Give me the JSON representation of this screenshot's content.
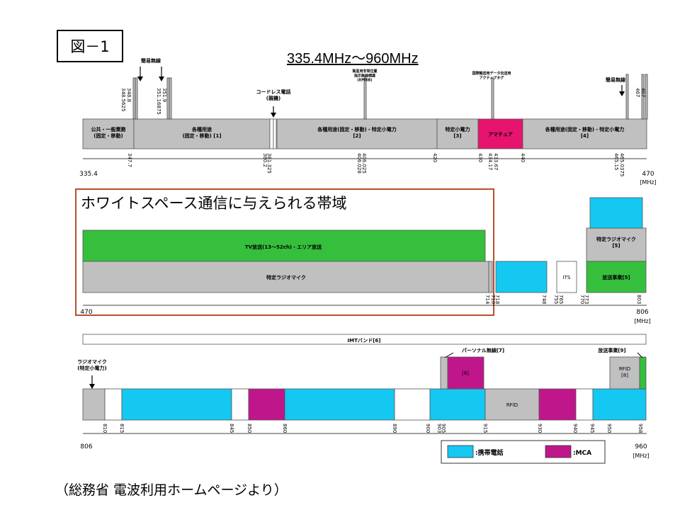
{
  "figure_label": "図－1",
  "title": "335.4MHz～960MHz",
  "white_space_title": "ホワイトスペース通信に与えられる帯域",
  "source": "（総務省 電波利用ホームページより）",
  "colors": {
    "gray": "#c0c0c0",
    "magenta": "#c0168c",
    "ham": "#e6146e",
    "cyan": "#14c8f2",
    "green": "#36bf3c"
  },
  "band1": {
    "blocks": [
      {
        "label": "公共・一般業務\n(固定・移動)",
        "color": "gray"
      },
      {
        "label": "各種用途\n(固定・移動) [1]",
        "color": "gray"
      },
      {
        "label": "各種用途(固定・移動)・特定小電力\n[2]",
        "color": "gray"
      },
      {
        "label": "特定小電力\n[3]",
        "color": "gray"
      },
      {
        "label": "アマチュア",
        "color": "ham"
      },
      {
        "label": "各種用途(固定・移動)・特定小電力\n[4]",
        "color": "gray"
      }
    ],
    "ticks": [
      "347.7",
      "380.2",
      "381.325",
      "406.028",
      "406.025",
      "420",
      "430",
      "434.17",
      "433.67",
      "440",
      "465.15",
      "465.0375"
    ],
    "start_label": "335.4",
    "end_label": "470",
    "unit": "[MHz]",
    "annotations": [
      {
        "text": "簡易無線"
      },
      {
        "text": "コードレス電話\n(親機)"
      },
      {
        "text": "衛星用非常位置\n指示無線標識\n(EPIRB)"
      },
      {
        "text": "国際輸送用データ伝送用\nアクティブタグ"
      },
      {
        "text": "簡易無線"
      }
    ],
    "spike_labels": [
      "348.5625",
      "348.8",
      "351.16875",
      "351.9",
      "467",
      "467"
    ]
  },
  "band2": {
    "blocks": [
      {
        "label": "TV放送(13～52ch)・エリア放送",
        "color": "green"
      },
      {
        "label": "特定ラジオマイク",
        "color": "gray"
      },
      {
        "label": "",
        "color": "cyan"
      },
      {
        "label": "ITS",
        "color": "white"
      },
      {
        "label": "特定ラジオマイク\n[5]",
        "color": "gray"
      },
      {
        "label": "放送事業[5]",
        "color": "green"
      },
      {
        "label": "",
        "color": "cyan"
      }
    ],
    "ticks": [
      "714",
      "710",
      "718",
      "748",
      "755",
      "765",
      "770",
      "773",
      "803"
    ],
    "start_label": "470",
    "end_label": "806",
    "unit": "[MHz]"
  },
  "imt_label": "IMTバンド[6]",
  "band3": {
    "blocks": [
      {
        "label": "",
        "color": "gray"
      },
      {
        "label": "",
        "color": "cyan"
      },
      {
        "label": "",
        "color": "magenta"
      },
      {
        "label": "",
        "color": "cyan"
      },
      {
        "label": "",
        "color": "cyan"
      },
      {
        "label": "RFID",
        "color": "gray"
      },
      {
        "label": "",
        "color": "magenta"
      },
      {
        "label": "",
        "color": "cyan"
      },
      {
        "label": "[8]",
        "color": "magenta"
      },
      {
        "label": "RFID\n[8]",
        "color": "gray"
      }
    ],
    "ticks": [
      "810",
      "815",
      "845",
      "850",
      "860",
      "890",
      "900",
      "903",
      "905",
      "915",
      "930",
      "940",
      "945",
      "950",
      "958"
    ],
    "start_label": "806",
    "end_label": "960",
    "unit": "[MHz]",
    "annotations": [
      {
        "text": "ラジオマイク\n(特定小電力)"
      },
      {
        "text": "パーソナル無線[7]"
      },
      {
        "text": "放送事業[9]"
      }
    ]
  },
  "legend": [
    {
      "color": "cyan",
      "label": ":携帯電話"
    },
    {
      "color": "magenta",
      "label": ":MCA"
    }
  ]
}
